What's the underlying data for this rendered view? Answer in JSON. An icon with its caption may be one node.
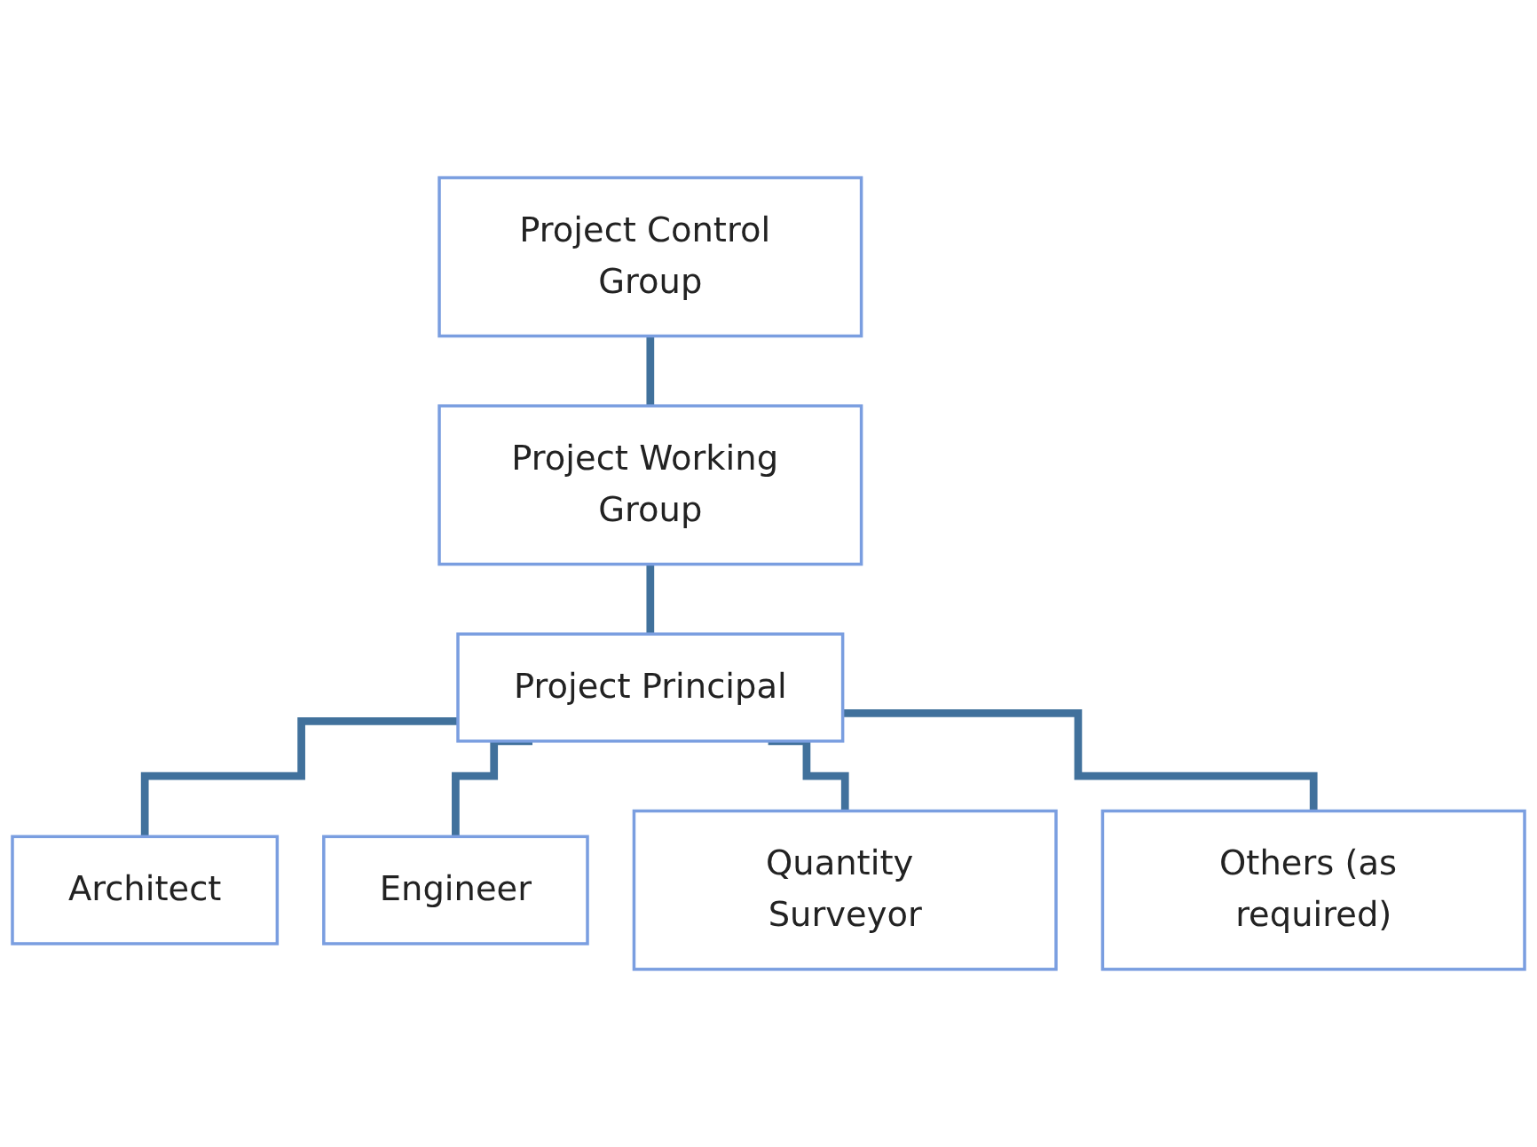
{
  "diagram": {
    "nodes": [
      {
        "text": [
          "Project Control Group"
        ]
      },
      {
        "text": [
          "Project Working Group"
        ]
      },
      {
        "text": [
          "Project Principal"
        ]
      },
      {
        "text": [
          "Architect"
        ]
      },
      {
        "text": [
          "Engineer"
        ]
      },
      {
        "text": [
          "Quantity Surveyor"
        ]
      },
      {
        "text": [
          "Others (as required)"
        ]
      }
    ],
    "edges": [
      {
        "from": 0,
        "to": 1,
        "arrow": "none"
      },
      {
        "from": 1,
        "to": 2,
        "arrow": "none"
      },
      {
        "from": 2,
        "to": 3,
        "arrow": "none"
      },
      {
        "from": 2,
        "to": 4,
        "arrow": "none"
      },
      {
        "from": 2,
        "to": 5,
        "arrow": "none"
      },
      {
        "from": 2,
        "to": 6,
        "arrow": "none"
      }
    ]
  }
}
